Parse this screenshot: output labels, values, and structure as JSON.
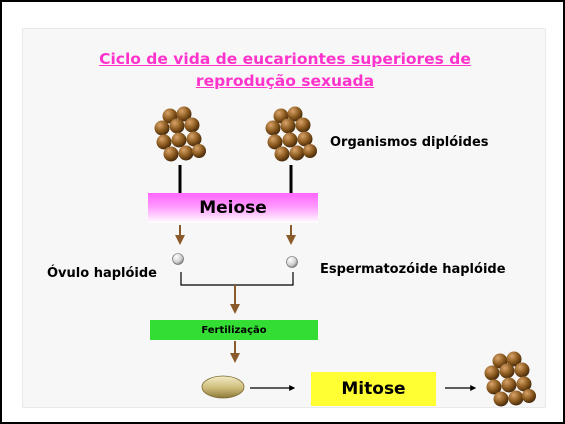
{
  "diagram": {
    "title_line1": "Ciclo de vida de eucariontes superiores de",
    "title_line2": "reprodução sexuada",
    "organisms_label": "Organismos diplóides",
    "meiosis_label": "Meiose",
    "ovule_label": "Óvulo haplóide",
    "sperm_label": "Espermatozóide haplóide",
    "fertilization_label": "Fertilização",
    "mitosis_label": "Mitose"
  },
  "colors": {
    "title": "#ff33cc",
    "meiosis_box": "#ff66ff",
    "fertilization_box": "#33dd33",
    "mitosis_box": "#ffff33",
    "arrows": "#8b5a2b",
    "cells": "#8b5a1e"
  },
  "icons": [
    "cell-cluster-icon",
    "haploid-cell-icon",
    "zygote-icon"
  ]
}
